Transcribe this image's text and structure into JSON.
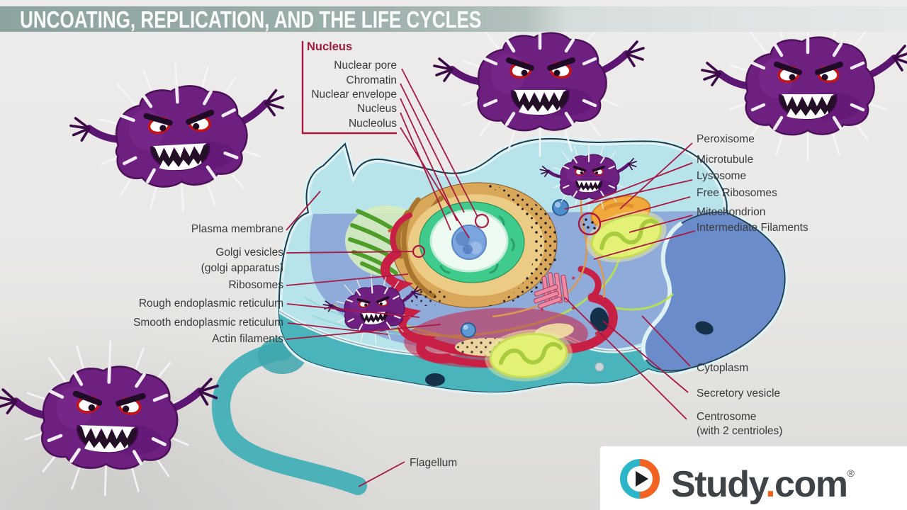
{
  "header": {
    "title": "UNCOATING, REPLICATION, AND THE LIFE CYCLES"
  },
  "nucleus_group": {
    "heading": "Nucleus",
    "items": [
      {
        "label": "Nuclear pore"
      },
      {
        "label": "Chromatin"
      },
      {
        "label": "Nuclear envelope"
      },
      {
        "label": "Nucleus"
      },
      {
        "label": "Nucleolus"
      }
    ]
  },
  "labels_left": [
    {
      "label": "Plasma membrane"
    },
    {
      "label": "Golgi vesicles"
    },
    {
      "label": "(golgi apparatus)"
    },
    {
      "label": "Ribosomes"
    },
    {
      "label": "Rough endoplasmic reticulum"
    },
    {
      "label": "Smooth endoplasmic reticulum"
    },
    {
      "label": "Actin filaments"
    }
  ],
  "labels_right": [
    {
      "label": "Peroxisome"
    },
    {
      "label": "Microtubule"
    },
    {
      "label": "Lysosome"
    },
    {
      "label": "Free Ribosomes"
    },
    {
      "label": "Mitochondrion"
    },
    {
      "label": "Intermediate Filaments"
    },
    {
      "label": "Cytoplasm"
    },
    {
      "label": "Secretory vesicle"
    },
    {
      "label": "Centrosome"
    },
    {
      "label": "(with 2 centrioles)"
    }
  ],
  "label_flagellum": "Flagellum",
  "logo": {
    "word_main": "Study",
    "dot": ".",
    "word_tld": "com",
    "registered": "®",
    "icon": "play-icon"
  },
  "illustration": {
    "subject": "animal cell with organelles attacked by virus monsters",
    "virus_icon": "virus-monster-icon",
    "virus_count_outside": 4,
    "virus_count_inside": 2
  },
  "colors": {
    "title_bar": "#95a9a6",
    "label_line": "#a81843",
    "nucleus_heading": "#9e1b3e",
    "virus_body": "#6e2080",
    "cell_outer": "#b7e3ea",
    "cytoplasm_blue": "#8ca8d8",
    "right_lobe_blue": "#6a8cca",
    "bottom_teal": "#4ab4bc",
    "nucleus_tan": "#d9a759",
    "nucleus_green": "#3fcb8b",
    "er_red": "#c81f44",
    "mitochondrion_green": "#e3f277",
    "logo_teal": "#2bb6c9",
    "logo_orange": "#f26322",
    "logo_text": "#3e4347"
  }
}
